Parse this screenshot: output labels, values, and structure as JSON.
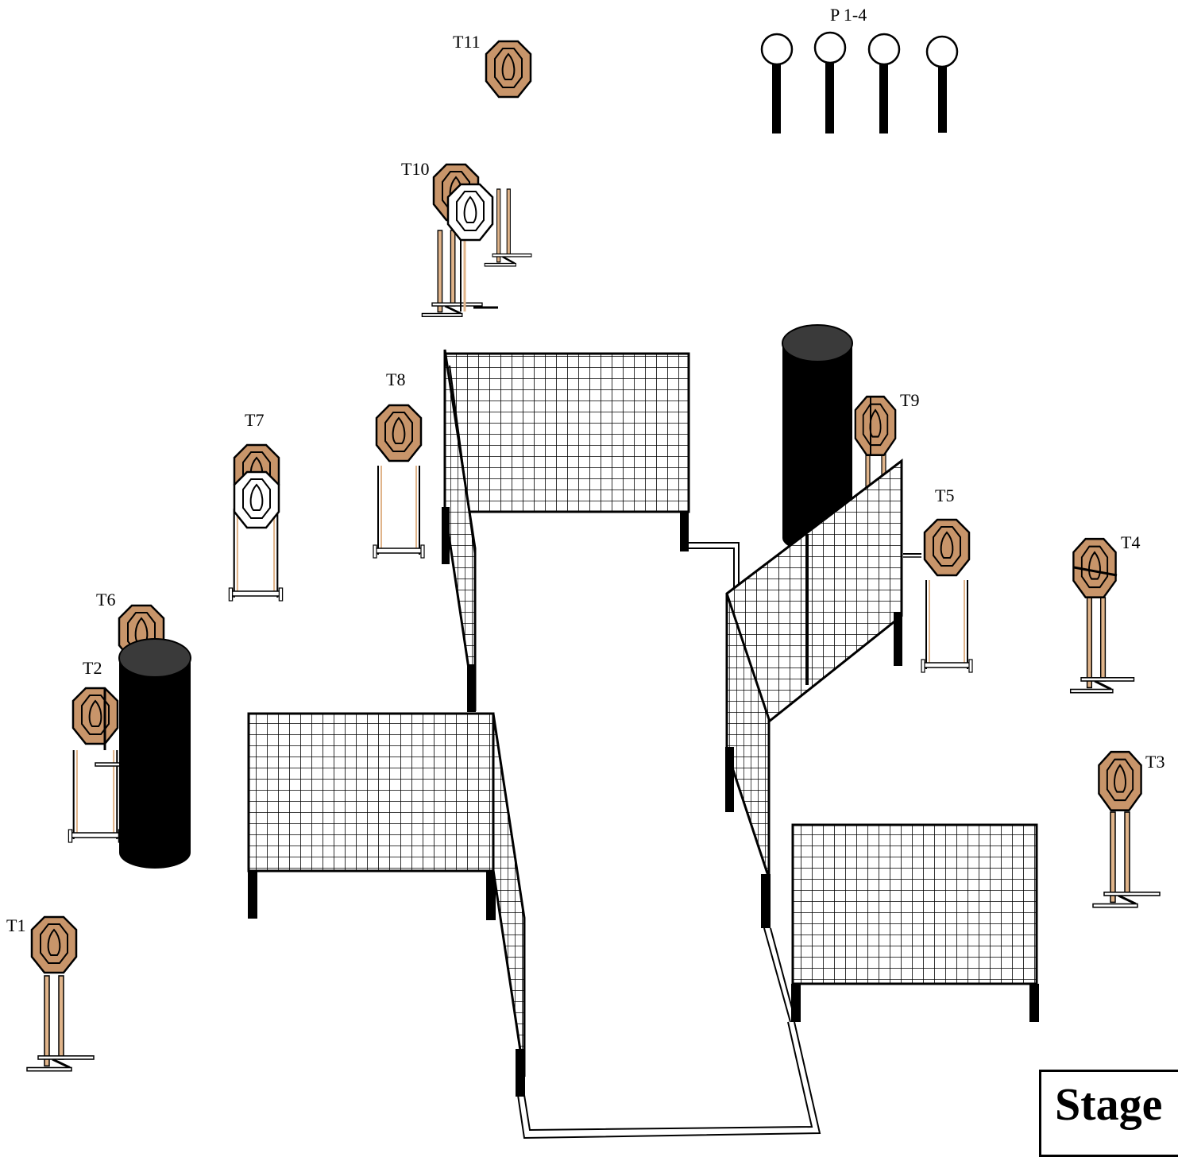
{
  "colors": {
    "target_fill": "#c8956a",
    "no_shoot_fill": "#ffffff",
    "barrel_fill": "#000000",
    "barrel_top": "#3a3a3a",
    "stand_wood": "#e0b48a",
    "line": "#000000",
    "background": "#ffffff"
  },
  "targets": [
    {
      "label": "T1",
      "type": "steel-target",
      "icon": "octagon-target-icon"
    },
    {
      "label": "T2",
      "type": "steel-target",
      "icon": "octagon-target-icon"
    },
    {
      "label": "T3",
      "type": "steel-target",
      "icon": "octagon-target-icon"
    },
    {
      "label": "T4",
      "type": "steel-target",
      "icon": "octagon-target-icon"
    },
    {
      "label": "T5",
      "type": "paper-target",
      "icon": "octagon-target-icon"
    },
    {
      "label": "T6",
      "type": "steel-target",
      "icon": "octagon-target-icon"
    },
    {
      "label": "T7",
      "type": "paper-target-with-no-shoot",
      "icon": "octagon-target-icon"
    },
    {
      "label": "T8",
      "type": "paper-target",
      "icon": "octagon-target-icon"
    },
    {
      "label": "T9",
      "type": "steel-target",
      "icon": "octagon-target-icon"
    },
    {
      "label": "T10",
      "type": "paper-target-with-no-shoot",
      "icon": "octagon-target-icon"
    },
    {
      "label": "T11",
      "type": "steel-target",
      "icon": "octagon-target-icon"
    }
  ],
  "poppers": {
    "label": "P 1-4",
    "count": 4,
    "icon": "popper-icon"
  },
  "stage_box": {
    "label": "Stage"
  }
}
